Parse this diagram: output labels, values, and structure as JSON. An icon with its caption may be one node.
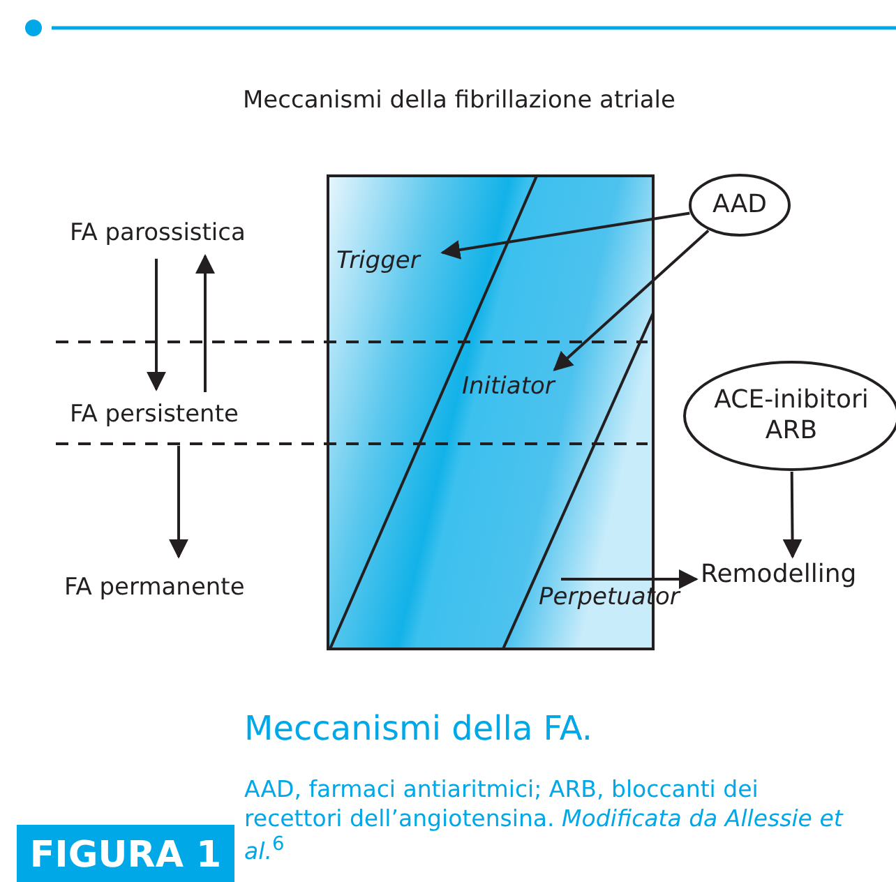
{
  "diagram": {
    "title": "Meccanismi della fibrillazione atriale",
    "caption": "Meccanismi della FA.",
    "nodes": [
      {
        "text": [
          "FA parossistica"
        ]
      },
      {
        "text": [
          "FA persistente"
        ]
      },
      {
        "text": [
          "FA permanente"
        ]
      },
      {
        "text": [],
        "shape": "box"
      },
      {
        "text": [
          "Trigger"
        ],
        "in": 3
      },
      {
        "text": [
          "Initiator"
        ],
        "in": 3
      },
      {
        "text": [
          "Perpetuator"
        ]
      },
      {
        "text": [
          "AAD"
        ]
      },
      {
        "text": [
          "ACE-inibitori ARB"
        ]
      },
      {
        "text": [
          "Remodelling"
        ]
      }
    ],
    "edges": [
      {
        "from": 0,
        "to": 1,
        "arrow": "to"
      },
      {
        "from": 1,
        "to": 0,
        "arrow": "to"
      },
      {
        "from": 1,
        "to": 2,
        "arrow": "to"
      },
      {
        "from": 7,
        "to": 4,
        "arrow": "to"
      },
      {
        "from": 7,
        "to": 5,
        "arrow": "to"
      },
      {
        "from": 6,
        "to": 9,
        "arrow": "to"
      },
      {
        "from": 8,
        "to": 9,
        "arrow": "to"
      }
    ],
    "labels": [
      "AAD, farmaci antiaritmici; ARB, bloccanti dei recettori dell’angiotensina. *Modificata da Allessie et al.*$^{6}$",
      "FIGURA 1"
    ]
  }
}
